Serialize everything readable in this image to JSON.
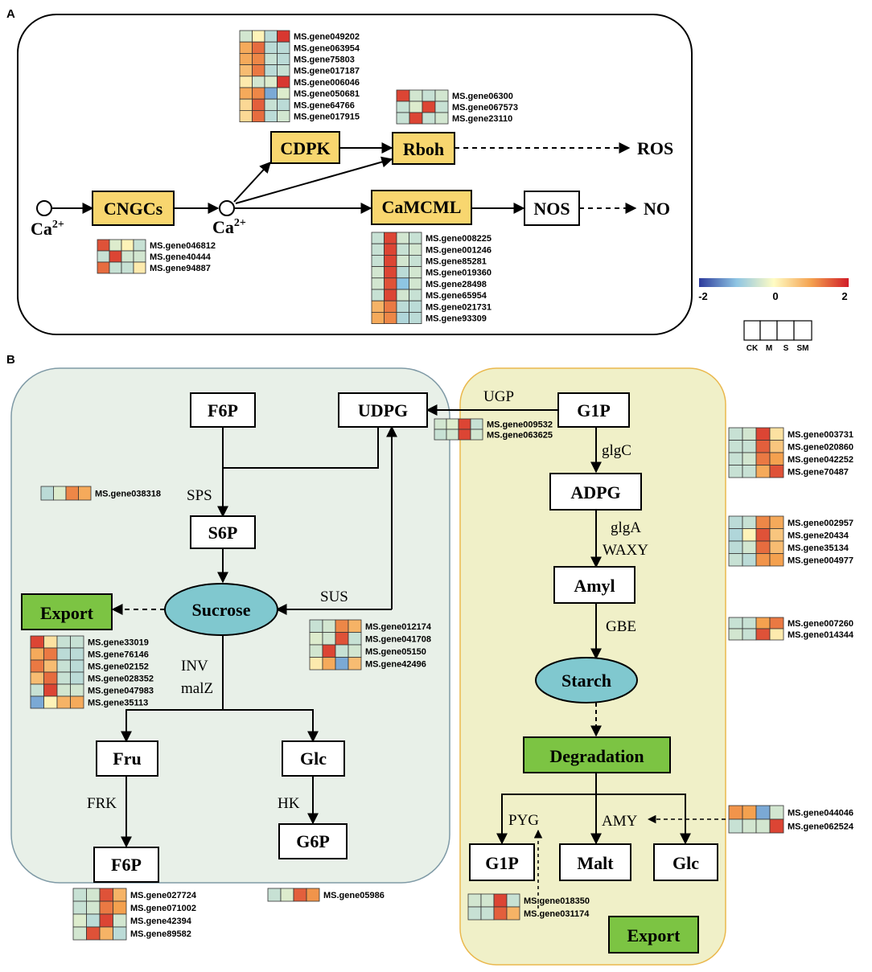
{
  "panel_a": {
    "label": "A",
    "nodes": {
      "cngcs": "CNGCs",
      "cdpk": "CDPK",
      "rboh": "Rboh",
      "camcml": "CaMCML",
      "nos": "NOS",
      "ros": "ROS",
      "no": "NO",
      "ca_left": "Ca",
      "ca_right": "Ca",
      "ca_charge": "2+"
    },
    "heatmaps": {
      "cdpk": {
        "genes": [
          "MS.gene049202",
          "MS.gene063954",
          "MS.gene75803",
          "MS.gene017187",
          "MS.gene006046",
          "MS.gene050681",
          "MS.gene64766",
          "MS.gene017915"
        ],
        "values": [
          [
            -0.4,
            0.1,
            -0.6,
            1.8
          ],
          [
            0.9,
            1.4,
            -0.6,
            -0.6
          ],
          [
            0.9,
            1.2,
            -0.5,
            -0.6
          ],
          [
            0.7,
            1.3,
            -0.6,
            -0.5
          ],
          [
            0.2,
            -0.4,
            -0.3,
            1.8
          ],
          [
            0.9,
            1.2,
            -1.2,
            -0.3
          ],
          [
            0.4,
            1.5,
            -0.5,
            -0.6
          ],
          [
            0.4,
            1.4,
            -0.6,
            -0.4
          ]
        ]
      },
      "rboh": {
        "genes": [
          "MS.gene06300",
          "MS.gene067573",
          "MS.gene23110"
        ],
        "values": [
          [
            1.7,
            -0.4,
            -0.5,
            -0.4
          ],
          [
            -0.5,
            -0.3,
            1.7,
            -0.5
          ],
          [
            -0.5,
            1.7,
            -0.5,
            -0.4
          ]
        ]
      },
      "cngcs": {
        "genes": [
          "MS.gene046812",
          "MS.gene40444",
          "MS.gene94887"
        ],
        "values": [
          [
            1.6,
            -0.3,
            0.1,
            -0.5
          ],
          [
            -0.5,
            1.7,
            -0.4,
            -0.4
          ],
          [
            1.4,
            -0.5,
            -0.5,
            0.2
          ]
        ]
      },
      "camcml": {
        "genes": [
          "MS.gene008225",
          "MS.gene001246",
          "MS.gene85281",
          "MS.gene019360",
          "MS.gene28498",
          "MS.gene65954",
          "MS.gene021731",
          "MS.gene93309"
        ],
        "values": [
          [
            -0.5,
            1.7,
            -0.4,
            -0.5
          ],
          [
            -0.5,
            1.7,
            -0.5,
            -0.4
          ],
          [
            -0.5,
            1.7,
            -0.4,
            -0.5
          ],
          [
            -0.4,
            1.7,
            -0.6,
            -0.4
          ],
          [
            -0.4,
            1.6,
            -1.0,
            -0.4
          ],
          [
            -0.5,
            1.7,
            -0.4,
            -0.5
          ],
          [
            0.8,
            1.3,
            -0.6,
            -0.6
          ],
          [
            0.9,
            1.2,
            -0.7,
            -0.6
          ]
        ]
      }
    }
  },
  "legend": {
    "scale_min": "-2",
    "scale_mid": "0",
    "scale_max": "2",
    "columns": [
      "CK",
      "M",
      "S",
      "SM"
    ],
    "colors": {
      "low": "#2d3b9c",
      "mid": "#fffcc4",
      "high": "#d11d28"
    }
  },
  "panel_b": {
    "label": "B",
    "nodes": {
      "f6p_top": "F6P",
      "udpg": "UDPG",
      "g1p_top": "G1P",
      "s6p": "S6P",
      "adpg": "ADPG",
      "amyl": "Amyl",
      "sucrose": "Sucrose",
      "export_left": "Export",
      "starch": "Starch",
      "fru": "Fru",
      "glc_left": "Glc",
      "degradation": "Degradation",
      "f6p_bottom": "F6P",
      "g6p": "G6P",
      "g1p_bottom": "G1P",
      "malt": "Malt",
      "glc_right": "Glc",
      "export_right": "Export"
    },
    "enzymes": {
      "ugp": "UGP",
      "sps": "SPS",
      "sus": "SUS",
      "inv": "INV",
      "malz": "malZ",
      "glgc": "glgC",
      "glga": "glgA",
      "waxy": "WAXY",
      "gbe": "GBE",
      "frk": "FRK",
      "hk": "HK",
      "pyg": "PYG",
      "amy": "AMY"
    },
    "heatmaps": {
      "ugp": {
        "genes": [
          "MS.gene009532",
          "MS.gene063625"
        ],
        "values": [
          [
            -0.4,
            -0.3,
            1.7,
            -0.5
          ],
          [
            -0.5,
            -0.4,
            1.7,
            -0.4
          ]
        ]
      },
      "sps": {
        "genes": [
          "MS.gene038318"
        ],
        "values": [
          [
            -0.6,
            -0.3,
            1.2,
            0.9
          ]
        ]
      },
      "sus": {
        "genes": [
          "MS.gene012174",
          "MS.gene041708",
          "MS.gene05150",
          "MS.gene42496"
        ],
        "values": [
          [
            -0.5,
            -0.4,
            1.2,
            0.8
          ],
          [
            -0.3,
            -0.4,
            1.6,
            -0.5
          ],
          [
            -0.4,
            1.7,
            -0.5,
            -0.4
          ],
          [
            0.2,
            0.9,
            -1.2,
            0.7
          ]
        ]
      },
      "inv": {
        "genes": [
          "MS.gene33019",
          "MS.gene76146",
          "MS.gene02152",
          "MS.gene028352",
          "MS.gene047983",
          "MS.gene35113"
        ],
        "values": [
          [
            1.7,
            0.3,
            -0.5,
            -0.5
          ],
          [
            0.9,
            1.3,
            -0.6,
            -0.6
          ],
          [
            1.3,
            0.7,
            -0.5,
            -0.6
          ],
          [
            0.7,
            1.4,
            -0.5,
            -0.6
          ],
          [
            -0.5,
            1.7,
            -0.4,
            -0.4
          ],
          [
            -1.2,
            0.1,
            0.8,
            0.9
          ]
        ]
      },
      "frk": {
        "genes": [
          "MS.gene027724",
          "MS.gene071002",
          "MS.gene42394",
          "MS.gene89582"
        ],
        "values": [
          [
            -0.5,
            -0.4,
            1.6,
            0.8
          ],
          [
            -0.5,
            -0.4,
            1.3,
            1.0
          ],
          [
            -0.3,
            -0.6,
            1.7,
            -0.4
          ],
          [
            -0.4,
            1.6,
            0.8,
            -0.6
          ]
        ]
      },
      "hk": {
        "genes": [
          "MS.gene05986"
        ],
        "values": [
          [
            -0.5,
            -0.3,
            1.5,
            1.1
          ]
        ]
      },
      "glgc": {
        "genes": [
          "MS.gene003731",
          "MS.gene020860",
          "MS.gene042252",
          "MS.gene70487"
        ],
        "values": [
          [
            -0.5,
            -0.4,
            1.7,
            0.3
          ],
          [
            -0.5,
            -0.5,
            1.5,
            0.6
          ],
          [
            -0.5,
            -0.4,
            1.3,
            1.0
          ],
          [
            -0.5,
            -0.5,
            0.9,
            1.6
          ]
        ]
      },
      "glga": {
        "genes": [
          "MS.gene002957",
          "MS.gene20434",
          "MS.gene35134",
          "MS.gene004977"
        ],
        "values": [
          [
            -0.6,
            -0.5,
            1.2,
            0.9
          ],
          [
            -0.7,
            0.1,
            1.6,
            0.6
          ],
          [
            -0.6,
            -0.4,
            1.4,
            0.7
          ],
          [
            -0.5,
            -0.6,
            1.1,
            1.0
          ]
        ]
      },
      "gbe": {
        "genes": [
          "MS.gene007260",
          "MS.gene014344"
        ],
        "values": [
          [
            -0.5,
            -0.5,
            1.0,
            1.3
          ],
          [
            -0.4,
            -0.5,
            1.6,
            0.2
          ]
        ]
      },
      "amy": {
        "genes": [
          "MS.gene044046",
          "MS.gene062524"
        ],
        "values": [
          [
            1.1,
            1.0,
            -1.2,
            -0.4
          ],
          [
            -0.5,
            -0.4,
            -0.4,
            1.7
          ]
        ]
      },
      "pyg": {
        "genes": [
          "MS.gene018350",
          "MS.gene031174"
        ],
        "values": [
          [
            -0.4,
            -0.4,
            1.7,
            -0.5
          ],
          [
            -0.5,
            -0.5,
            1.5,
            0.8
          ]
        ]
      }
    }
  }
}
